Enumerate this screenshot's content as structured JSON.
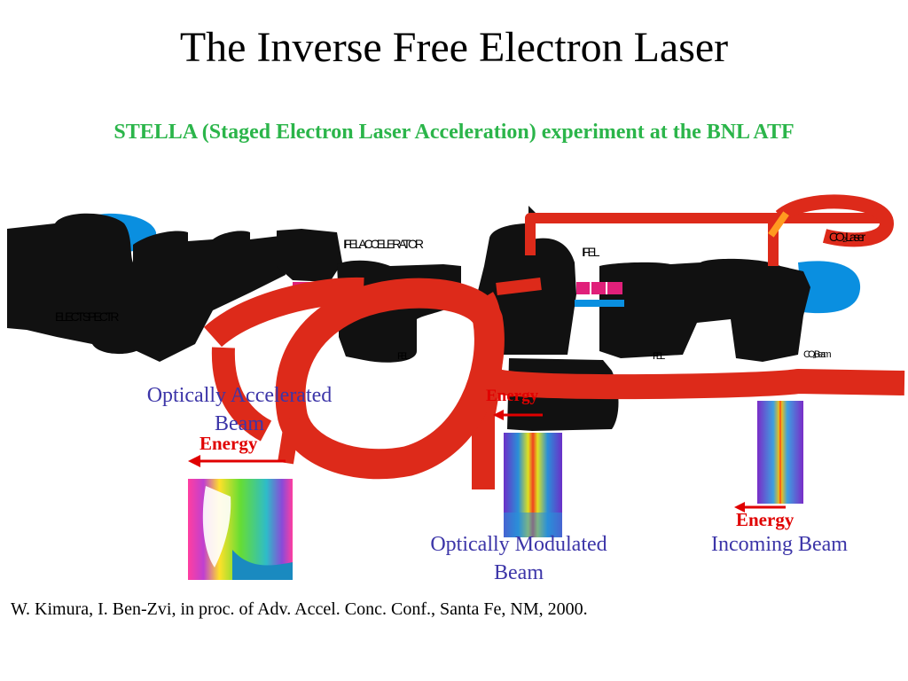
{
  "title": "The Inverse Free Electron Laser",
  "subtitle": "STELLA (Staged Electron Laser Acceleration) experiment at the BNL ATF",
  "labels": {
    "optically_accelerated_beam": "Optically Accelerated Beam",
    "optically_modulated_beam": "Optically Modulated Beam",
    "incoming_beam": "Incoming Beam",
    "energy": "Energy",
    "electron_spectrometer": "ELECT SPECTR",
    "ifel_accelerator": "IFEL ACCELERATOR",
    "ifel_buncher": "IFEL",
    "co2_laser": "CO₂ Laser",
    "co2_beam": "CO₂ Beam",
    "stage_1": "IFEL",
    "stage_2": "IFEL"
  },
  "citation": "W. Kimura, I. Ben-Zvi, in proc. of Adv. Accel. Conc. Conf., Santa Fe, NM, 2000.",
  "colors": {
    "laser_beam": "#dd2a1a",
    "equipment": "#111111",
    "magnet": "#0a8fe0",
    "undulator": "#e0207a",
    "energy_arrow": "#e00000",
    "label_blue": "#3c35a8",
    "subtitle_green": "#2bb54a"
  }
}
